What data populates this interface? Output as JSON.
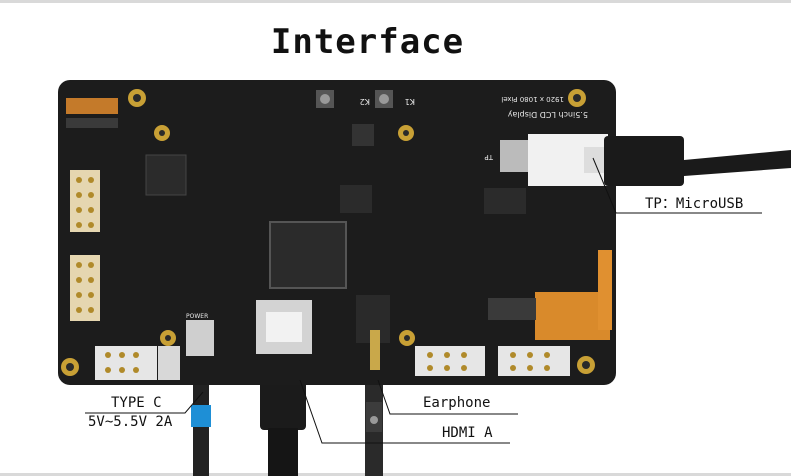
{
  "title": "Interface",
  "board_silkscreen": {
    "key_left": "K2",
    "key_right": "K1",
    "resolution": "1920 x 1080 Pixel",
    "product": "5.5inch LCD Display",
    "tp_label": "TP",
    "power_label": "POWER"
  },
  "callouts": {
    "tp": "TP：MicroUSB",
    "type_c_line1": "TYPE C",
    "type_c_line2": "5V~5.5V 2A",
    "earphone": "Earphone",
    "hdmi": "HDMI A"
  },
  "colors": {
    "pcb": "#1c1c1c",
    "fpc": "#d98a2b",
    "gold": "#c8a035",
    "audio_ring": "#1e8fd6",
    "cable": "#1a1a1a"
  }
}
